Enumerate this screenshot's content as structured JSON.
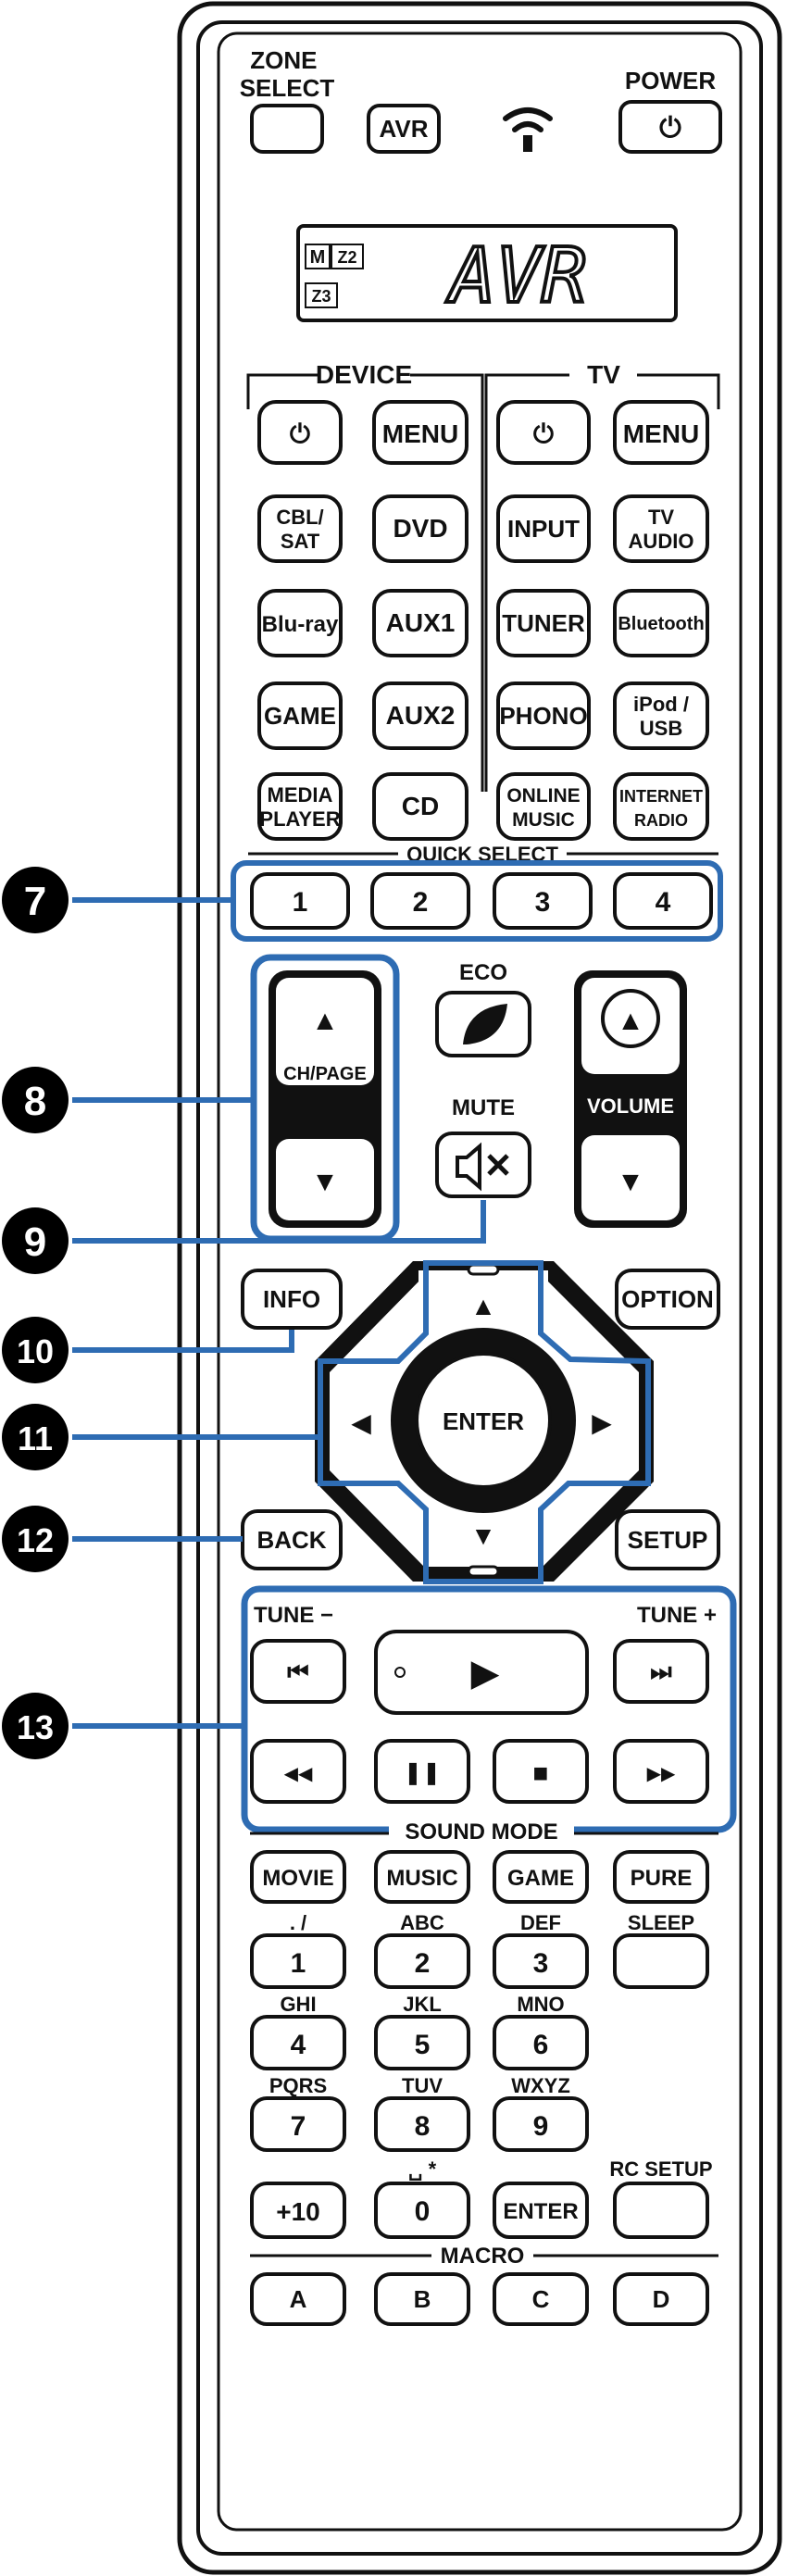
{
  "top": {
    "zone_select": [
      "ZONE",
      "SELECT"
    ],
    "avr": "AVR",
    "power": "POWER",
    "power_symbol": "⏻"
  },
  "display": {
    "badges": [
      "M",
      "Z2",
      "Z3"
    ],
    "text": "AVR"
  },
  "sections": {
    "device": "DEVICE",
    "tv": "TV",
    "quick_select": "QUICK SELECT",
    "sound_mode": "SOUND MODE",
    "macro": "MACRO"
  },
  "device_buttons": {
    "power": "⏻",
    "menu": "MENU",
    "cbl_sat": [
      "CBL/",
      "SAT"
    ],
    "dvd": "DVD",
    "bluray": "Blu-ray",
    "aux1": "AUX1",
    "game": "GAME",
    "aux2": "AUX2",
    "media_player": [
      "MEDIA",
      "PLAYER"
    ],
    "cd": "CD"
  },
  "tv_buttons": {
    "power": "⏻",
    "menu": "MENU",
    "input": "INPUT",
    "tv_audio": [
      "TV",
      "AUDIO"
    ],
    "tuner": "TUNER",
    "bluetooth": "Bluetooth",
    "phono": "PHONO",
    "ipod_usb": [
      "iPod /",
      "USB"
    ],
    "online_music": [
      "ONLINE",
      "MUSIC"
    ],
    "internet_radio": [
      "INTERNET",
      "RADIO"
    ]
  },
  "quick_select": [
    "1",
    "2",
    "3",
    "4"
  ],
  "controls": {
    "ch_page": "CH/PAGE",
    "eco": "ECO",
    "mute": "MUTE",
    "volume": "VOLUME",
    "up": "▲",
    "down": "▼",
    "left": "◀",
    "right": "▶",
    "info": "INFO",
    "option": "OPTION",
    "enter": "ENTER",
    "back": "BACK",
    "setup": "SETUP"
  },
  "transport": {
    "tune_minus": "TUNE −",
    "tune_plus": "TUNE +",
    "prev": "⏮",
    "play": "▶",
    "next": "⏭",
    "rew": "◀◀",
    "pause": "❚❚",
    "stop": "■",
    "ff": "▶▶"
  },
  "sound_modes": [
    "MOVIE",
    "MUSIC",
    "GAME",
    "PURE"
  ],
  "keypad": {
    "letters": [
      ". /",
      "ABC",
      "DEF",
      "SLEEP",
      "GHI",
      "JKL",
      "MNO",
      "PQRS",
      "TUV",
      "WXYZ",
      "␣ *"
    ],
    "digits": [
      "1",
      "2",
      "3",
      "4",
      "5",
      "6",
      "7",
      "8",
      "9",
      "0"
    ],
    "plus10": "+10",
    "enter": "ENTER",
    "rc_setup": "RC SETUP"
  },
  "macro_buttons": [
    "A",
    "B",
    "C",
    "D"
  ],
  "callouts": [
    "7",
    "8",
    "9",
    "10",
    "11",
    "12",
    "13"
  ],
  "colors": {
    "callout_blue": "#2e6cb3",
    "ink": "#111111"
  }
}
